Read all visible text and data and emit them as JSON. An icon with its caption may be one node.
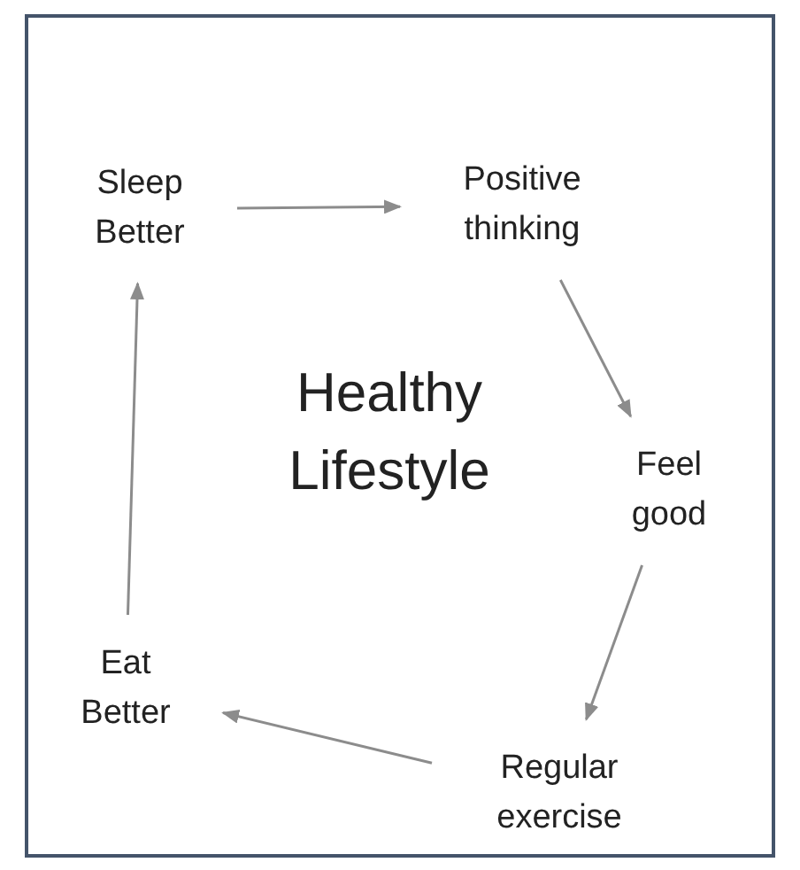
{
  "diagram": {
    "nodes": [
      {
        "text": [
          "Sleep Better"
        ]
      },
      {
        "text": [
          "Positive thinking"
        ]
      },
      {
        "text": [
          "Feel good"
        ]
      },
      {
        "text": [
          "Regular exercise"
        ]
      },
      {
        "text": [
          "Eat Better"
        ]
      }
    ],
    "edges": [
      {
        "from": 0,
        "to": 1,
        "arrow": "to"
      },
      {
        "from": 1,
        "to": 2,
        "arrow": "to"
      },
      {
        "from": 2,
        "to": 3,
        "arrow": "to"
      },
      {
        "from": 3,
        "to": 4,
        "arrow": "to"
      },
      {
        "from": 4,
        "to": 0,
        "arrow": "to"
      }
    ],
    "labels": [
      "Healthy Lifestyle"
    ]
  }
}
